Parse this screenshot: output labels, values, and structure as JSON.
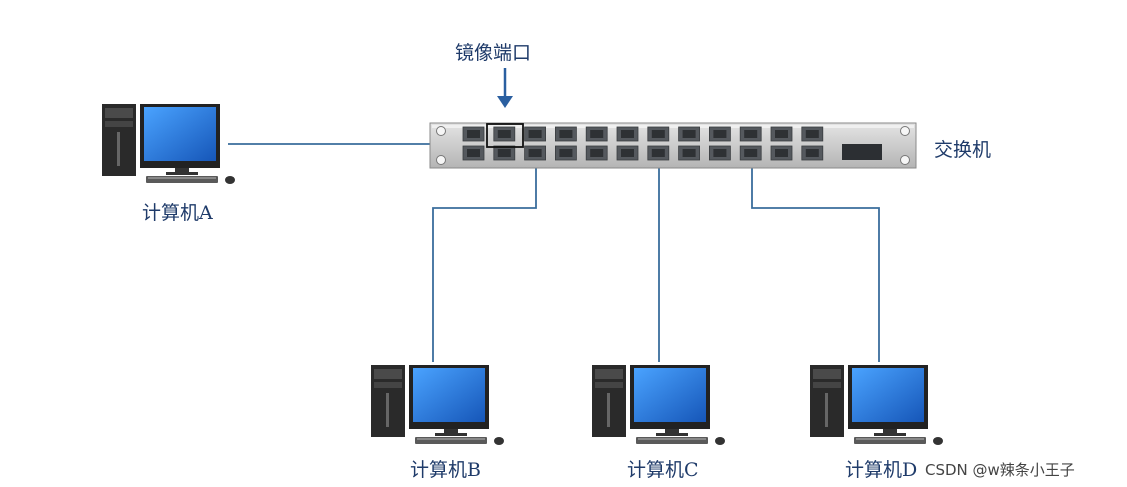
{
  "diagram": {
    "mirror_port_label": "镜像端口",
    "switch_label": "交换机",
    "computers": [
      {
        "id": "A",
        "label": "计算机A"
      },
      {
        "id": "B",
        "label": "计算机B"
      },
      {
        "id": "C",
        "label": "计算机C"
      },
      {
        "id": "D",
        "label": "计算机D"
      }
    ],
    "watermark": "CSDN @w辣条小王子",
    "colors": {
      "wire": "#3a6d9c",
      "label": "#1f3b6a",
      "monitor_screen": "#1f6fc8",
      "switch_body": "#c8c8c8",
      "port": "#55595e"
    }
  }
}
